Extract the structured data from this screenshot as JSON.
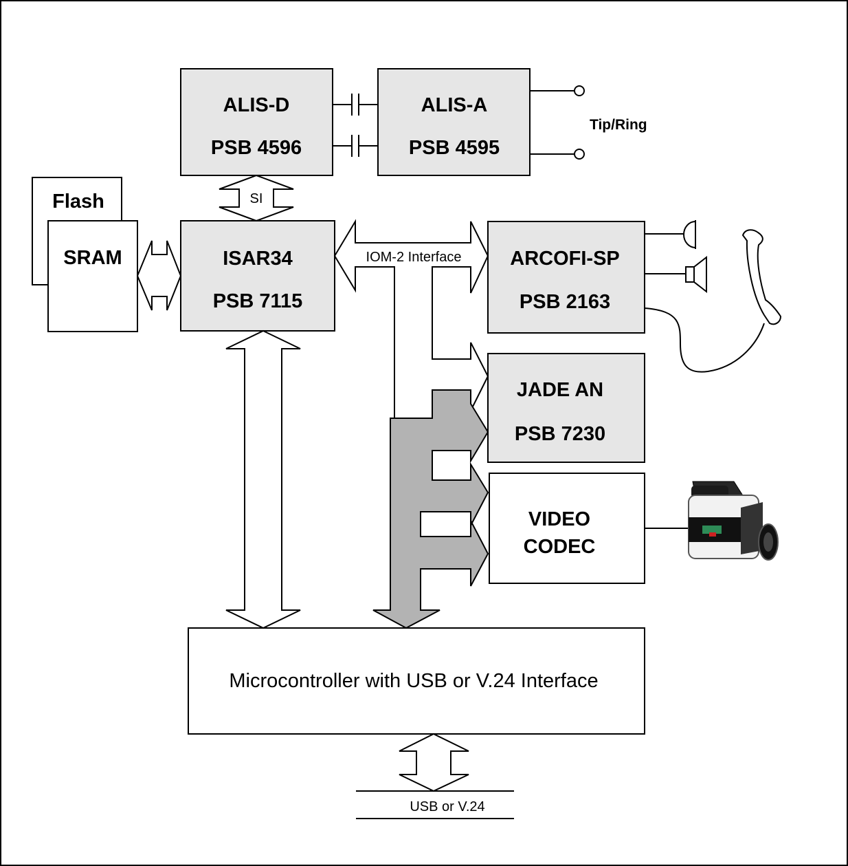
{
  "blocks": {
    "alis_d": {
      "name": "ALIS-D",
      "part": "PSB 4596"
    },
    "alis_a": {
      "name": "ALIS-A",
      "part": "PSB 4595"
    },
    "flash": {
      "name": "Flash"
    },
    "sram": {
      "name": "SRAM"
    },
    "isar": {
      "name": "ISAR34",
      "part": "PSB 7115"
    },
    "arcofi": {
      "name": "ARCOFI-SP",
      "part": "PSB 2163"
    },
    "jade": {
      "name": "JADE AN",
      "part": "PSB 7230"
    },
    "video": {
      "line1": "VIDEO",
      "line2": "CODEC"
    },
    "mcu": {
      "name": "Microcontroller with USB or V.24 Interface"
    }
  },
  "labels": {
    "tip_ring": "Tip/Ring",
    "si": "SI",
    "iom": "IOM-2 Interface",
    "usb": "USB or V.24"
  },
  "icons": [
    "microphone-icon",
    "speaker-icon",
    "handset-icon",
    "video-camera-icon"
  ],
  "colors": {
    "chip_fill": "#e6e6e6",
    "bus_fill": "#b3b3b3"
  }
}
